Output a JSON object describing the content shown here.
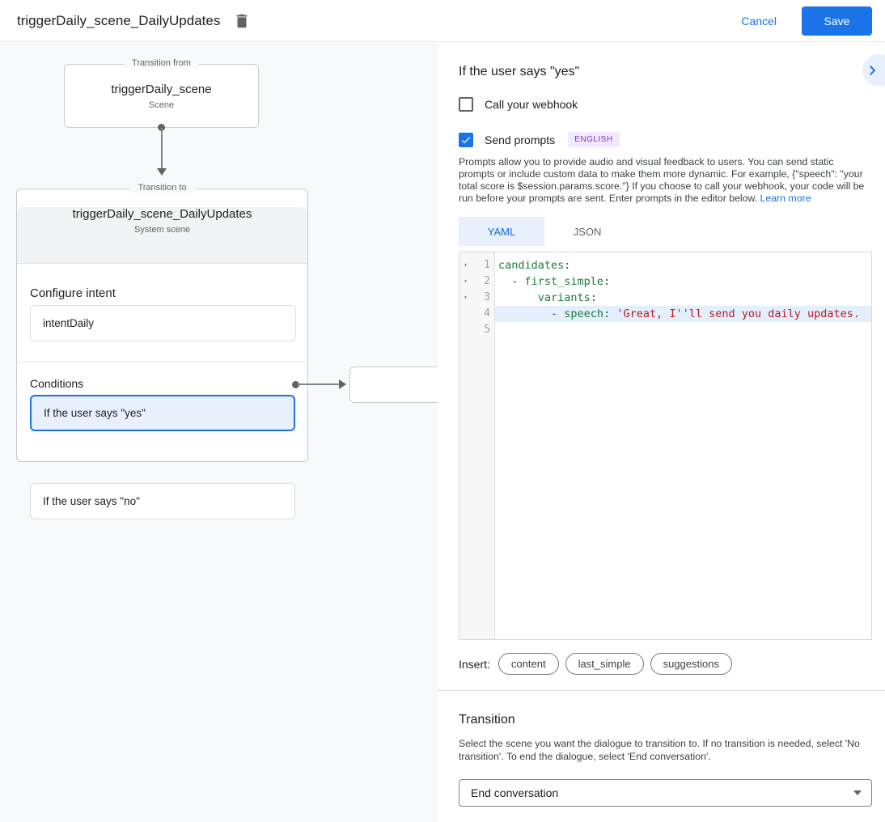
{
  "header": {
    "title": "triggerDaily_scene_DailyUpdates",
    "cancel_label": "Cancel",
    "save_label": "Save"
  },
  "diagram": {
    "from_box": {
      "legend": "Transition from",
      "title": "triggerDaily_scene",
      "subtitle": "Scene"
    },
    "to_box": {
      "legend": "Transition to",
      "title": "triggerDaily_scene_DailyUpdates",
      "subtitle": "System scene",
      "configure_intent_label": "Configure intent",
      "intent_value": "intentDaily",
      "conditions_label": "Conditions",
      "conditions": [
        {
          "label": "If the user says \"yes\"",
          "active": true
        },
        {
          "label": "If the user says \"no\"",
          "active": false
        }
      ]
    }
  },
  "panel": {
    "title": "If the user says \"yes\"",
    "webhook": {
      "label": "Call your webhook",
      "checked": false
    },
    "prompts": {
      "label": "Send prompts",
      "checked": true,
      "badge": "ENGLISH"
    },
    "description": "Prompts allow you to provide audio and visual feedback to users. You can send static prompts or include custom data to make them more dynamic. For example, {\"speech\": \"your total score is $session.params.score.\"} If you choose to call your webhook, your code will be run before your prompts are sent. Enter prompts in the editor below.",
    "learn_more_label": "Learn more",
    "editor": {
      "tabs": [
        {
          "label": "YAML",
          "active": true
        },
        {
          "label": "JSON",
          "active": false
        }
      ],
      "lines": [
        {
          "num": "1",
          "fold": true,
          "highlight": false,
          "tokens": [
            {
              "text": "candidates",
              "type": "key"
            },
            {
              "text": ":",
              "type": "punct"
            }
          ]
        },
        {
          "num": "2",
          "fold": true,
          "highlight": false,
          "tokens": [
            {
              "text": "  - ",
              "type": "punct"
            },
            {
              "text": "first_simple",
              "type": "key"
            },
            {
              "text": ":",
              "type": "punct"
            }
          ]
        },
        {
          "num": "3",
          "fold": true,
          "highlight": false,
          "tokens": [
            {
              "text": "      ",
              "type": "punct"
            },
            {
              "text": "variants",
              "type": "key"
            },
            {
              "text": ":",
              "type": "punct"
            }
          ]
        },
        {
          "num": "4",
          "fold": false,
          "highlight": true,
          "tokens": [
            {
              "text": "        - ",
              "type": "punct"
            },
            {
              "text": "speech",
              "type": "key"
            },
            {
              "text": ": ",
              "type": "punct"
            },
            {
              "text": "'Great, I''ll send you daily updates.",
              "type": "string"
            }
          ]
        },
        {
          "num": "5",
          "fold": false,
          "highlight": false,
          "tokens": []
        }
      ]
    },
    "insert": {
      "label": "Insert:",
      "chips": [
        "content",
        "last_simple",
        "suggestions"
      ]
    },
    "transition": {
      "title": "Transition",
      "description": "Select the scene you want the dialogue to transition to. If no transition is needed, select 'No transition'. To end the dialogue, select 'End conversation'.",
      "selected_value": "End conversation"
    }
  },
  "colors": {
    "accent": "#1a73e8",
    "tab_active_bg": "#e8f0fe",
    "condition_active_bg": "#e8f0fe",
    "badge_bg": "#f3e8fd",
    "badge_text": "#8430ce",
    "code_key": "#188038",
    "code_string": "#b71c1c",
    "line_highlight": "#e3effd"
  }
}
